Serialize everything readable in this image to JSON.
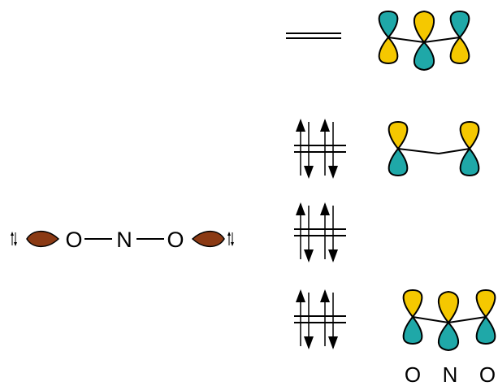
{
  "molecule": {
    "atom_left": "O",
    "atom_center": "N",
    "atom_right": "O"
  },
  "orbital_labels": [
    "O",
    "N",
    "O"
  ],
  "levels": [
    {
      "electrons": 0,
      "degenerate": 2
    },
    {
      "electrons": 4,
      "degenerate": 2
    },
    {
      "electrons": 4,
      "degenerate": 2
    },
    {
      "electrons": 4,
      "degenerate": 2
    }
  ],
  "colors": {
    "lobe_yellow": "#f5c800",
    "lobe_teal": "#1fa8a8",
    "lone_pair": "#8b3a14"
  }
}
